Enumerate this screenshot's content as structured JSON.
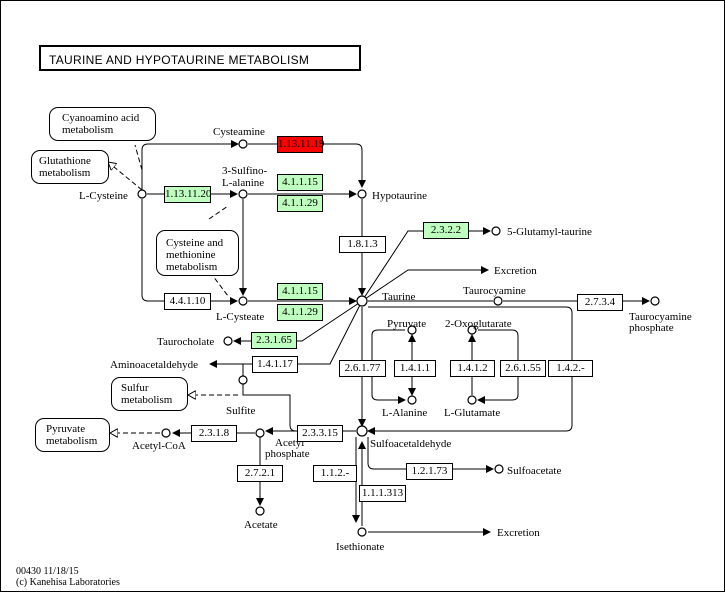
{
  "title": "TAURINE AND HYPOTAURINE METABOLISM",
  "footer": {
    "line1": "00430 11/18/15",
    "line2": "(c) Kanehisa Laboratories"
  },
  "colors": {
    "highlight_red": "#ff0000",
    "highlight_green": "#bfffbf"
  },
  "maps": {
    "cyanoamino": [
      "Cyanoamino acid",
      "metabolism"
    ],
    "glutathione": [
      "Glutathione",
      "metabolism"
    ],
    "cysteine": [
      "Cysteine and",
      "methionine",
      "metabolism"
    ],
    "sulfur": [
      "Sulfur",
      "metabolism"
    ],
    "pyruvate": [
      "Pyruvate",
      "metabolism"
    ]
  },
  "compounds": {
    "cysteamine": "Cysteamine",
    "sulfinoalanine": [
      "3-Sulfino-",
      "L-alanine"
    ],
    "lcysteine": "L-Cysteine",
    "hypotaurine": "Hypotaurine",
    "glutamyl_taurine": "5-Glutamyl-taurine",
    "excretion1": "Excretion",
    "taurine": "Taurine",
    "taurocyamine": "Taurocyamine",
    "taurocyamine_phosphate": [
      "Taurocyamine",
      "phosphate"
    ],
    "lcysteate": "L-Cysteate",
    "taurocholate": "Taurocholate",
    "aminoacetaldehyde": "Aminoacetaldehyde",
    "pyruvate": "Pyruvate",
    "oxoglutarate": "2-Oxoglutarate",
    "sulfite": "Sulfite",
    "lalanine": "L-Alanine",
    "lglutamate": "L-Glutamate",
    "acetylcoa": "Acetyl-CoA",
    "acetyl_phosphate": [
      "Acetyl",
      "phosphate"
    ],
    "sulfoacetaldehyde": "Sulfoacetaldehyde",
    "sulfoacetate": "Sulfoacetate",
    "acetate": "Acetate",
    "isethionate": "Isethionate",
    "excretion2": "Excretion"
  },
  "enzymes": {
    "e1": "1.13.11.19",
    "e2": "1.13.11.20",
    "e3": "4.1.1.15",
    "e4": "4.1.1.29",
    "e5": "1.8.1.3",
    "e6": "2.3.2.2",
    "e7": "4.4.1.10",
    "e8": "4.1.1.15",
    "e9": "4.1.1.29",
    "e10": "2.3.1.65",
    "e11": "1.4.1.17",
    "e12": "2.7.3.4",
    "e13": "2.6.1.77",
    "e14": "1.4.1.1",
    "e15": "1.4.1.2",
    "e16": "2.6.1.55",
    "e17": "1.4.2.-",
    "e18": "2.3.1.8",
    "e19": "2.3.3.15",
    "e20": "2.7.2.1",
    "e21": "1.1.2.-",
    "e22": "1.2.1.73",
    "e23": "1.1.1.313"
  }
}
